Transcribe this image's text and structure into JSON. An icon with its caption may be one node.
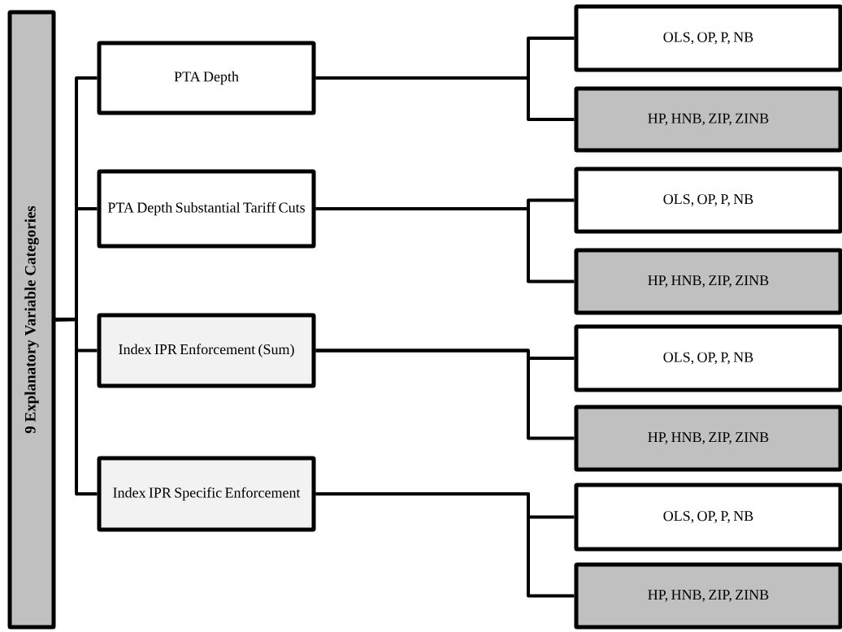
{
  "diagram": {
    "nodes": [
      {
        "text": [
          "9 Explanatory Variable Categories"
        ]
      },
      {
        "text": [
          "PTA Depth"
        ]
      },
      {
        "text": [
          "OLS, OP, P, NB"
        ]
      },
      {
        "text": [
          "HP, HNB, ZIP, ZINB"
        ]
      },
      {
        "text": [
          "PTA Depth Substantial Tariff Cuts"
        ]
      },
      {
        "text": [
          "OLS, OP, P, NB"
        ]
      },
      {
        "text": [
          "HP, HNB, ZIP, ZINB"
        ]
      },
      {
        "text": [
          "Index IPR Enforcement (Sum)"
        ]
      },
      {
        "text": [
          "OLS, OP, P, NB"
        ]
      },
      {
        "text": [
          "HP, HNB, ZIP, ZINB"
        ]
      },
      {
        "text": [
          "Index IPR Specific Enforcement"
        ]
      },
      {
        "text": [
          "OLS, OP, P, NB"
        ]
      },
      {
        "text": [
          "HP, HNB, ZIP, ZINB"
        ]
      }
    ],
    "edges": [
      {
        "from": 0,
        "to": 1,
        "arrow": "none"
      },
      {
        "from": 0,
        "to": 4,
        "arrow": "none"
      },
      {
        "from": 0,
        "to": 7,
        "arrow": "none"
      },
      {
        "from": 0,
        "to": 10,
        "arrow": "none"
      },
      {
        "from": 1,
        "to": 2,
        "arrow": "none"
      },
      {
        "from": 1,
        "to": 3,
        "arrow": "none"
      },
      {
        "from": 4,
        "to": 5,
        "arrow": "none"
      },
      {
        "from": 4,
        "to": 6,
        "arrow": "none"
      },
      {
        "from": 7,
        "to": 8,
        "arrow": "none"
      },
      {
        "from": 7,
        "to": 9,
        "arrow": "none"
      },
      {
        "from": 10,
        "to": 11,
        "arrow": "none"
      },
      {
        "from": 10,
        "to": 12,
        "arrow": "none"
      }
    ]
  }
}
